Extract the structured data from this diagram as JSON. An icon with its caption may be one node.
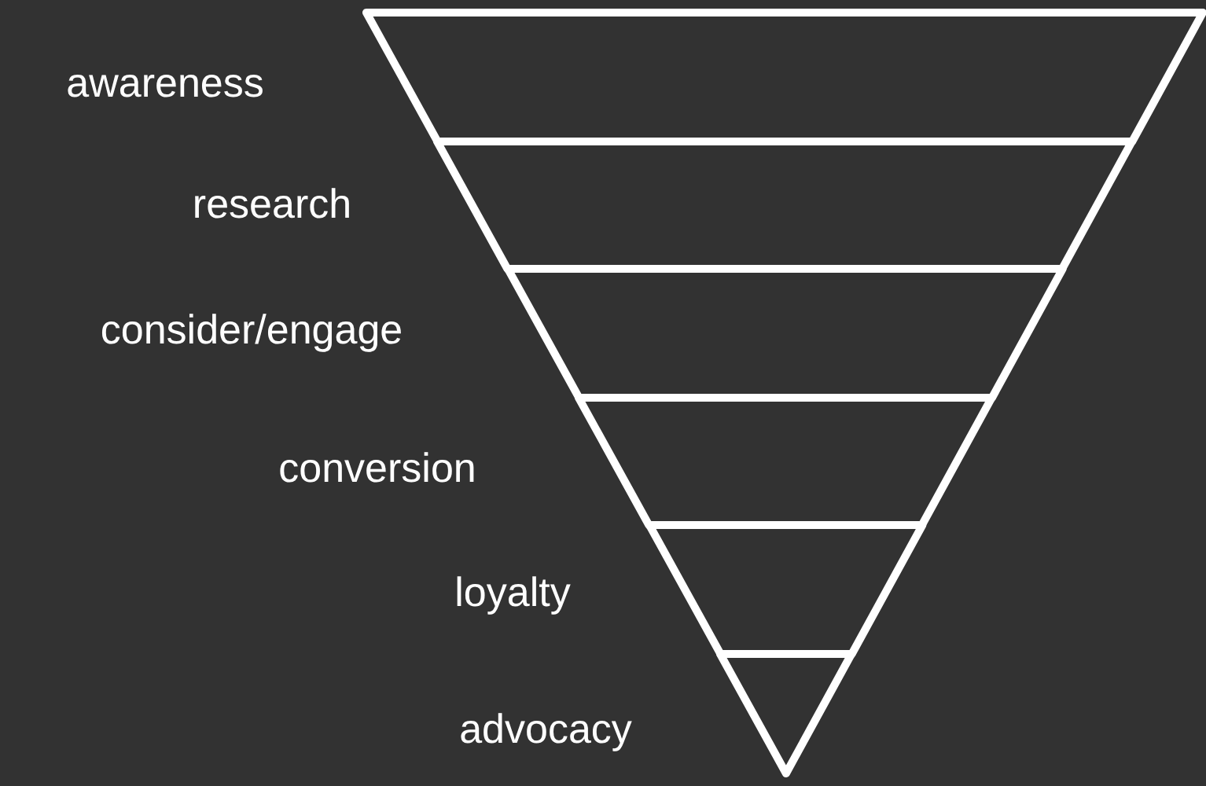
{
  "diagram": {
    "nodes": [
      {
        "text": [],
        "shape": "trapezoid"
      },
      {
        "text": [],
        "shape": "trapezoid"
      },
      {
        "text": [],
        "shape": "trapezoid"
      },
      {
        "text": [],
        "shape": "trapezoid"
      },
      {
        "text": [],
        "shape": "trapezoid"
      },
      {
        "text": [],
        "shape": "triangle"
      }
    ],
    "labels": [
      "awareness",
      "research",
      "consider/engage",
      "conversion",
      "loyalty",
      "advocacy"
    ]
  }
}
